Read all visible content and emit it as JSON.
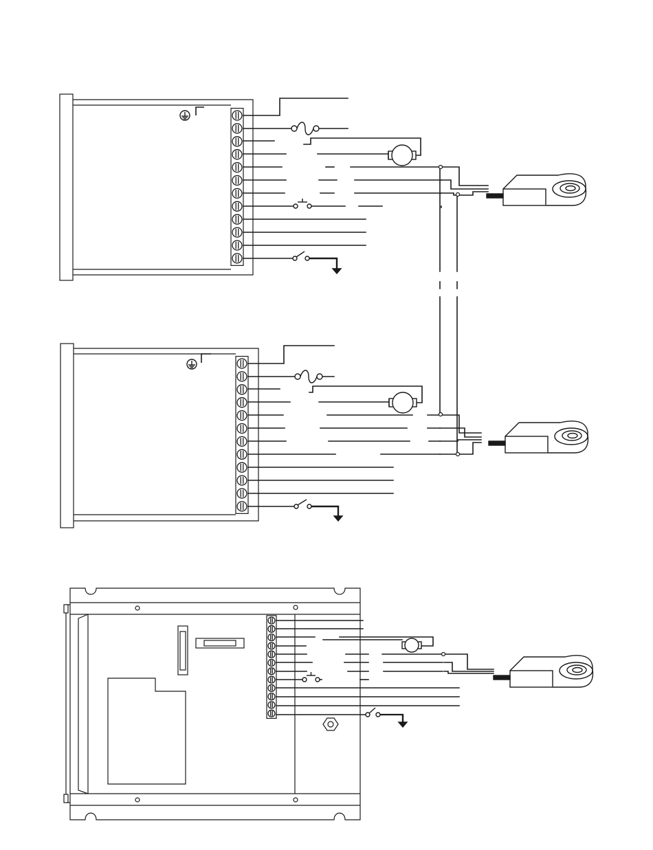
{
  "diagram": {
    "ink": "#1a1a1a",
    "background": "#ffffff",
    "panels": [
      {
        "name": "upper-controller",
        "terminal_count": 12,
        "has_ground_symbol": true
      },
      {
        "name": "middle-controller",
        "terminal_count": 12,
        "has_ground_symbol": true
      },
      {
        "name": "lower-controller",
        "terminal_count": 12,
        "has_ground_symbol": false
      }
    ],
    "components": {
      "fuse_icon": "fuse-icon",
      "motor_icon": "motor-icon",
      "sensor_icon": "proximity-sensor-icon",
      "pushbutton_icon": "pushbutton-switch-icon",
      "switch_icon": "switch-icon",
      "ground_icon": "ground-arrow-icon",
      "earth_icon": "earth-ground-icon"
    }
  }
}
